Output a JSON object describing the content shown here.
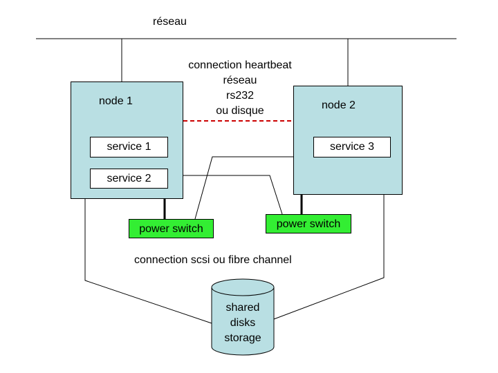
{
  "network_label": "réseau",
  "heartbeat": {
    "lines": [
      "connection heartbeat",
      "réseau",
      "rs232",
      "ou disque"
    ]
  },
  "nodes": [
    {
      "name": "node 1",
      "services": [
        "service 1",
        "service 2"
      ]
    },
    {
      "name": "node 2",
      "services": [
        "service 3"
      ]
    }
  ],
  "power_switches": [
    "power switch",
    "power switch"
  ],
  "storage_connection_label": "connection scsi ou fibre channel",
  "storage": {
    "lines": [
      "shared",
      "disks",
      "storage"
    ]
  },
  "colors": {
    "node_fill": "#b9dfe3",
    "switch_fill": "#33ee33",
    "storage_fill": "#b9dfe3",
    "heartbeat_line": "#cc0000",
    "line": "#000000"
  }
}
